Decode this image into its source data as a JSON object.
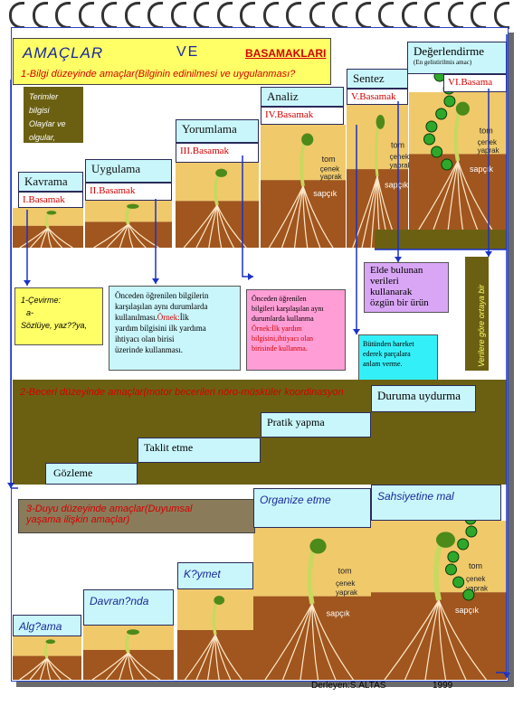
{
  "title": {
    "amaclar": "AMAÇLAR",
    "ve": "VE",
    "basamaklari": "BASAMAKLARI"
  },
  "section1": {
    "heading": "1-Bilgi düzeyinde  amaçlar(Bilginin edinilmesi ve uygulanması?",
    "terms_box": [
      "Terimler bilgisi",
      "Olaylar ve",
      "olgular,"
    ]
  },
  "levels": [
    {
      "name": "Kavrama",
      "step": "I.Basamak"
    },
    {
      "name": "Uygulama",
      "step": "II.Basamak"
    },
    {
      "name": "Yorumlama",
      "step": "III.Basamak"
    },
    {
      "name": "Analiz",
      "step": "IV.Basamak"
    },
    {
      "name": "Sentez",
      "step": "V.Basamak"
    },
    {
      "name": "Değerlendirme",
      "subtitle": "(En gelistirilmis amac)",
      "step": "VI.Basama"
    }
  ],
  "plant_labels": {
    "tom": "tom",
    "cenek": "çenek",
    "yaprak": "yaprak",
    "sapcik": "sapçık"
  },
  "notes": {
    "cevirme": [
      "1-Çevirme:",
      "a-",
      "Sözlüye, yaz??ya,"
    ],
    "uygulama": [
      "Önceden öğrenilen bilgilerin",
      "karşılaşılan aynı durumlarda",
      "kullanılması.Örnek:İlk",
      "yardım bilgisini ilk yardıma",
      "ihtiyacı olan birisi",
      "üzerinde kullanması."
    ],
    "uygulama_highlight": "Örnek:",
    "yorumlama": [
      "Önceden öğrenilen",
      "bilgileri karşılaşılan aynı",
      "durumlarda kullanma",
      "Örnek:İlk yardım",
      "bilgisini,ihtiyacı olan",
      "birisinde kullanma."
    ],
    "sentez": [
      "Elde bulunan",
      "verileri",
      "kullanarak",
      "özgün bir ürün"
    ],
    "analiz": [
      "Bütünden hareket",
      "ederek parçalara",
      "anlam verme."
    ],
    "degerlendirme": "Verilere göre ortaya bir"
  },
  "section2": {
    "heading": "2-Beceri düzeyinde amaçlar(motor becerileri nöro-müsküler koordinasyon",
    "steps": [
      "Gözleme",
      "Taklit etme",
      "Pratik yapma",
      "Duruma uydurma"
    ]
  },
  "section3": {
    "heading": [
      "3-Duyu  düzeyinde amaçlar(Duyumsal",
      "yaşama ilişkin amaçlar)"
    ],
    "steps": [
      "Alg?ama",
      "Davran?nda",
      "K?ymet",
      "Organize etme",
      "Sahsiyetine mal"
    ]
  },
  "footer": {
    "author": "Derleyen:S.ALTAS",
    "year": "1999"
  },
  "colors": {
    "olive": "#6b6012",
    "yellow": "#ffff66",
    "cyan": "#c9f6fb",
    "pink": "#ff9ed6",
    "purple": "#d9a6f5",
    "blue": "#1b32c6",
    "red": "#d40000"
  }
}
